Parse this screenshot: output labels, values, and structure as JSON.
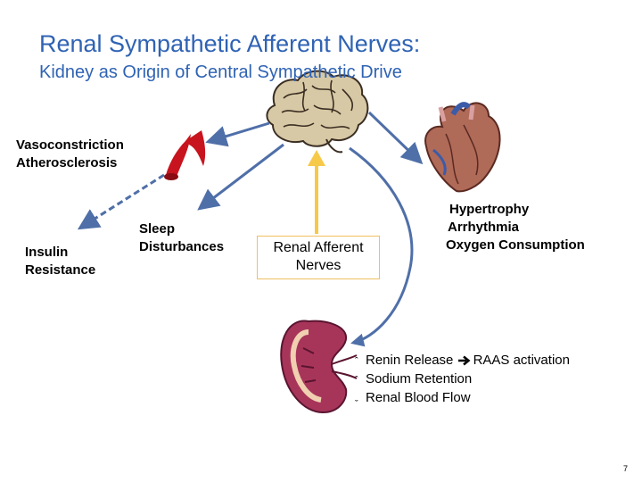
{
  "header": {
    "title": "Renal Sympathetic Afferent Nerves:",
    "subtitle": "Kidney as Origin of Central Sympathetic Drive"
  },
  "labels": {
    "vasoconstriction": "Vasoconstriction",
    "atherosclerosis": "Atherosclerosis",
    "insulin": "Insulin",
    "resistance": "Resistance",
    "sleep": "Sleep",
    "disturbances": "Disturbances",
    "renal_afferent": "Renal Afferent",
    "nerves": "Nerves",
    "hypertrophy": "Hypertrophy",
    "arrhythmia": "Arrhythmia",
    "oxygen": "Oxygen Consumption"
  },
  "effects": {
    "renin_mark": "ˆ",
    "renin": "Renin Release",
    "raas": "RAAS activation",
    "sodium_mark": "ˆ",
    "sodium": "Sodium Retention",
    "flow_mark": "ˇ",
    "flow": "Renal Blood Flow"
  },
  "icons": {
    "brain": "brain-icon",
    "heart": "heart-icon",
    "kidney": "kidney-icon",
    "artery": "artery-icon"
  },
  "colors": {
    "title": "#2f63b4",
    "arrow_blue": "#4f6fa8",
    "arrow_yellow": "#f7c948",
    "artery_red": "#c8141e"
  },
  "page_number": "7"
}
